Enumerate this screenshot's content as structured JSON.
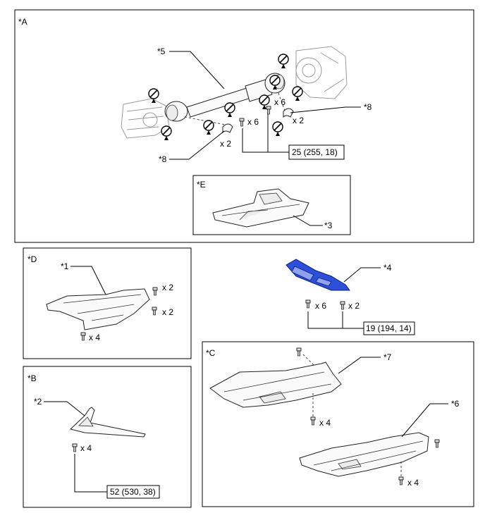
{
  "panels": {
    "A": {
      "title": "*A",
      "callouts": {
        "c5": "*5",
        "c8a": "*8",
        "c8b": "*8"
      },
      "qty": {
        "q1": "x 6",
        "q2": "x 6",
        "q3": "x 2",
        "q4": "x 2"
      },
      "torque": "25 (255, 18)"
    },
    "E": {
      "title": "*E",
      "callouts": {
        "c3": "*3"
      }
    },
    "D": {
      "title": "*D",
      "callouts": {
        "c1": "*1"
      },
      "qty": {
        "q1": "x 2",
        "q2": "x 2",
        "q3": "x 4"
      }
    },
    "part4": {
      "callout": "*4",
      "qty": {
        "q1": "x 6",
        "q2": "x 2"
      },
      "torque": "19 (194, 14)"
    },
    "B": {
      "title": "*B",
      "callouts": {
        "c2": "*2"
      },
      "qty": {
        "q1": "x 4"
      },
      "torque": "52 (530, 38)"
    },
    "C": {
      "title": "*C",
      "callouts": {
        "c7": "*7",
        "c6": "*6"
      },
      "qty": {
        "q1": "x 4",
        "q2": "x 4"
      }
    }
  },
  "colors": {
    "highlight": "#2e4fd8",
    "line": "#000000"
  },
  "icons": [
    "do-not-reuse-icon",
    "bolt-icon"
  ]
}
